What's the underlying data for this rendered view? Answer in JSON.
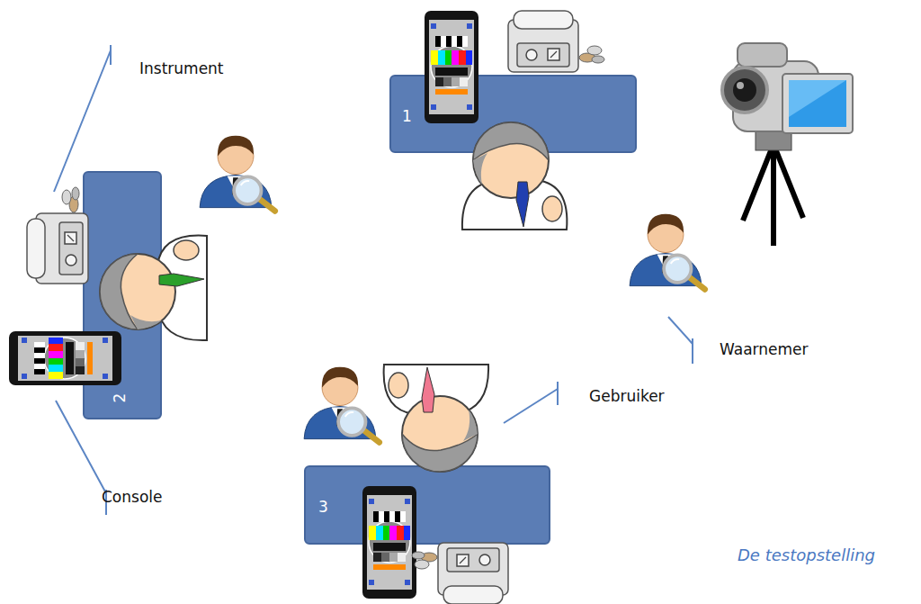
{
  "diagram": {
    "caption": "De testopstelling",
    "nodes": [
      {
        "text": [
          "1"
        ]
      },
      {
        "text": [
          "2"
        ]
      },
      {
        "text": [
          "3"
        ]
      }
    ],
    "labels": [
      "Instrument",
      "Waarnemer",
      "Gebruiker",
      "Console"
    ]
  }
}
